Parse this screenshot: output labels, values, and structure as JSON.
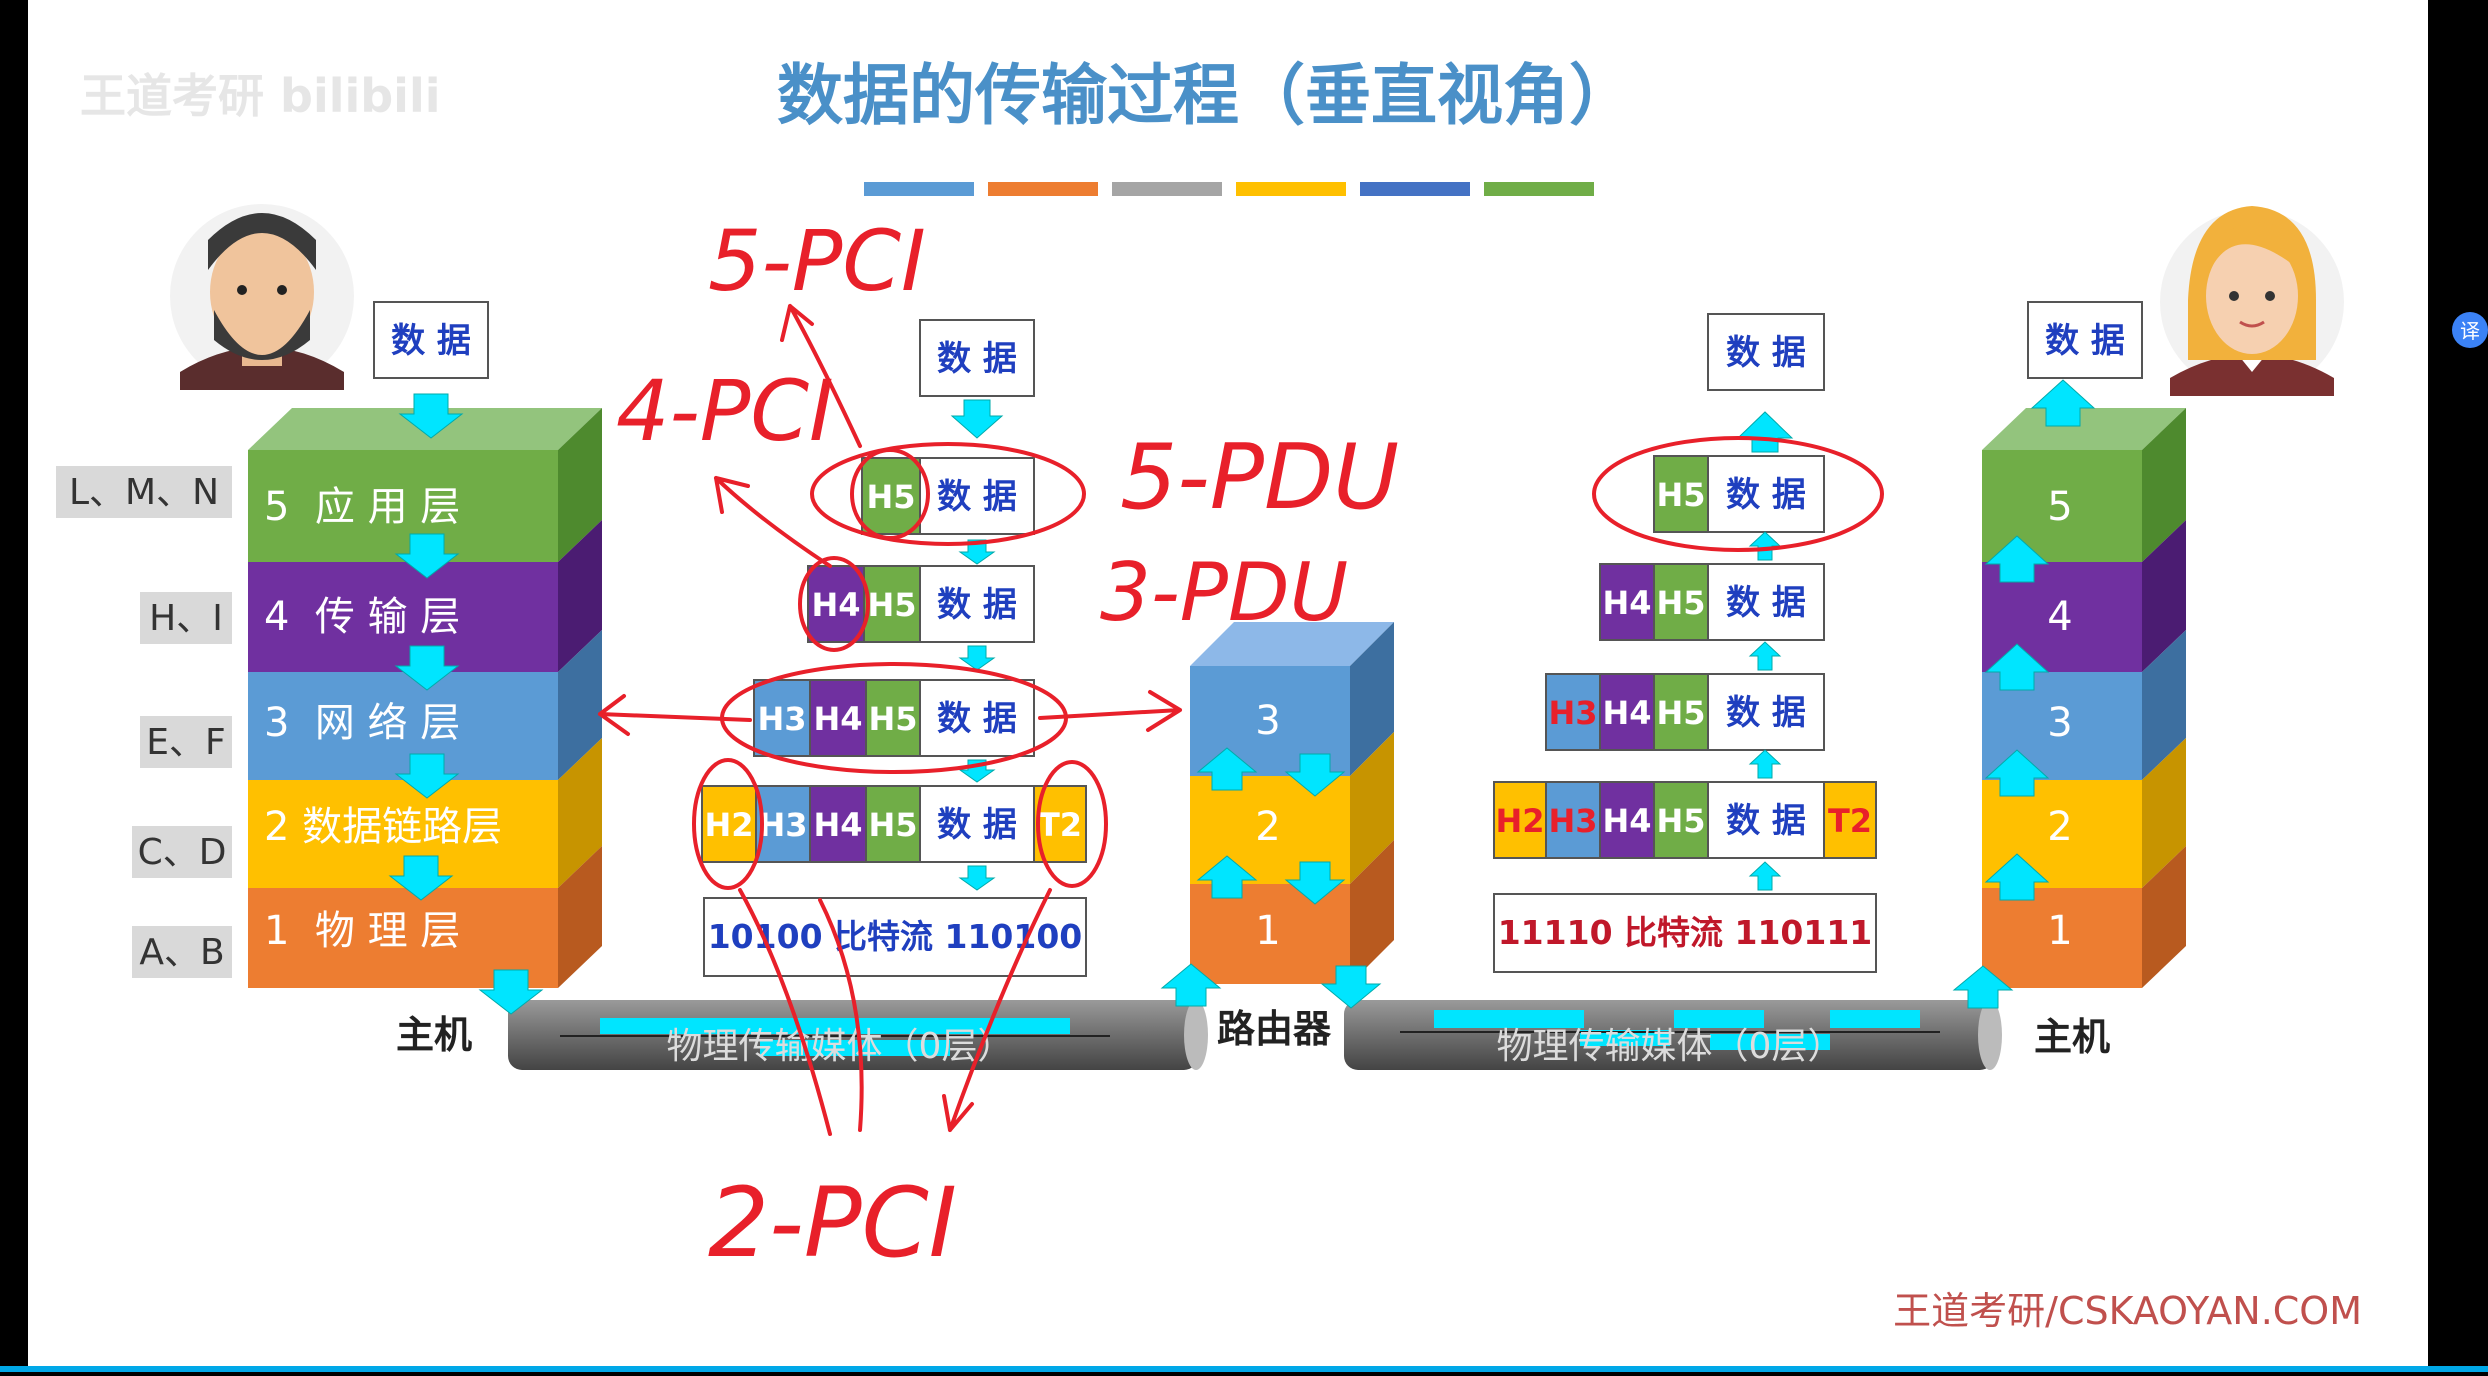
{
  "slide": {
    "title": "数据的传输过程（垂直视角）",
    "watermark": "王道考研 bilibili",
    "footer": "王道考研/CSKAOYAN.COM",
    "translate_badge": "译"
  },
  "colors": {
    "title": "#4a90c8",
    "layer5": "#70ad47",
    "layer4": "#7030a0",
    "layer3": "#5b9bd5",
    "layer2": "#ffc000",
    "layer1": "#ed7d31",
    "arrow": "#00e5ff",
    "ink": "#e8202a",
    "data_text": "#1f3fbf",
    "footer": "#c0504d"
  },
  "left_labels": [
    "L、M、N",
    "H、I",
    "E、F",
    "C、D",
    "A、B"
  ],
  "sender_stack": {
    "layers": [
      "5  应 用 层",
      "4  传 输 层",
      "3  网 络 层",
      "2 数据链路层",
      "1  物 理 层"
    ],
    "data_label": "数 据",
    "host_label": "主机"
  },
  "receiver_stack": {
    "layers": [
      "5",
      "4",
      "3",
      "2",
      "1"
    ],
    "data_label": "数 据",
    "host_label": "主机"
  },
  "router": {
    "layers": [
      "3",
      "2",
      "1"
    ],
    "label": "路由器"
  },
  "encapsulation_left": {
    "data_label": "数 据",
    "h5": "H5",
    "h4": "H4",
    "h3": "H3",
    "h2": "H2",
    "t2": "T2",
    "bitstream": "10100 比特流 110100"
  },
  "encapsulation_right": {
    "data_label": "数 据",
    "h5": "H5",
    "h4": "H4",
    "h3": "H3",
    "h2": "H2",
    "t2": "T2",
    "bitstream": "11110 比特流 110111"
  },
  "medium": {
    "left": "物理传输媒体（0层）",
    "right": "物理传输媒体（0层）"
  },
  "annotations": {
    "a1": "5-PCI",
    "a2": "4-PCI",
    "a3": "5-PDU",
    "a4": "3-PDU",
    "a5": "2-PCI"
  },
  "color_bar": [
    "#5b9bd5",
    "#ed7d31",
    "#a5a5a5",
    "#ffc000",
    "#4472c4",
    "#70ad47"
  ]
}
